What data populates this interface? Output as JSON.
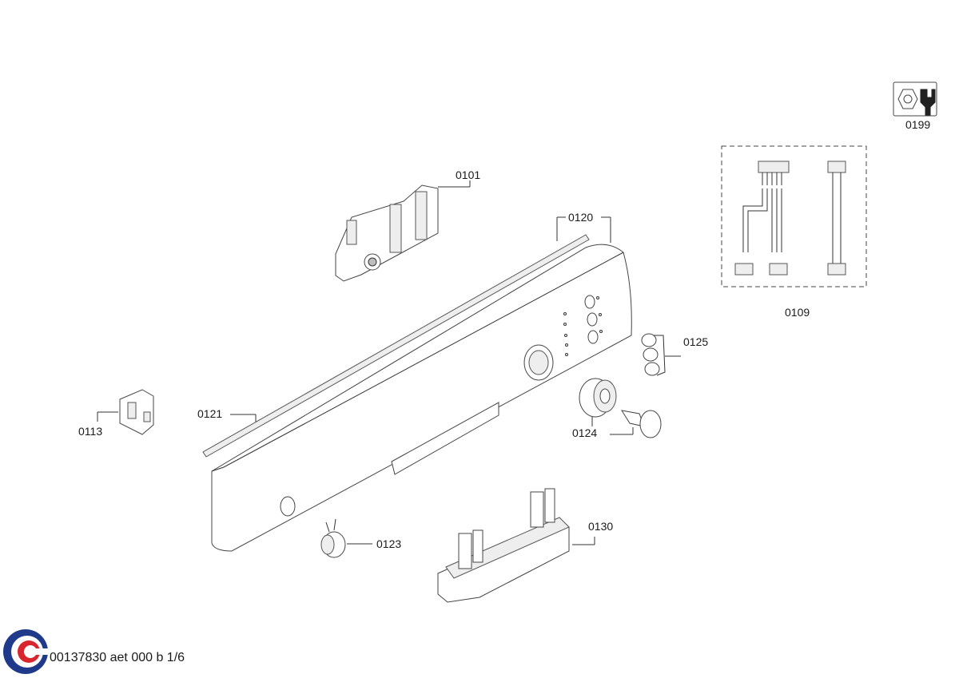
{
  "parts": [
    {
      "id": "0101",
      "label": "0101"
    },
    {
      "id": "0120",
      "label": "0120"
    },
    {
      "id": "0109",
      "label": "0109"
    },
    {
      "id": "0199",
      "label": "0199"
    },
    {
      "id": "0125",
      "label": "0125"
    },
    {
      "id": "0121",
      "label": "0121"
    },
    {
      "id": "0113",
      "label": "0113"
    },
    {
      "id": "0124",
      "label": "0124"
    },
    {
      "id": "0130",
      "label": "0130"
    },
    {
      "id": "0123",
      "label": "0123"
    }
  ],
  "footer": {
    "doc_code": "00137830 aet 000 b 1/6"
  },
  "colors": {
    "line": "#333333",
    "logo_blue": "#1f3a8a",
    "logo_red": "#d9262e"
  },
  "icons": {
    "service_tool": "nut-wrench-icon"
  }
}
